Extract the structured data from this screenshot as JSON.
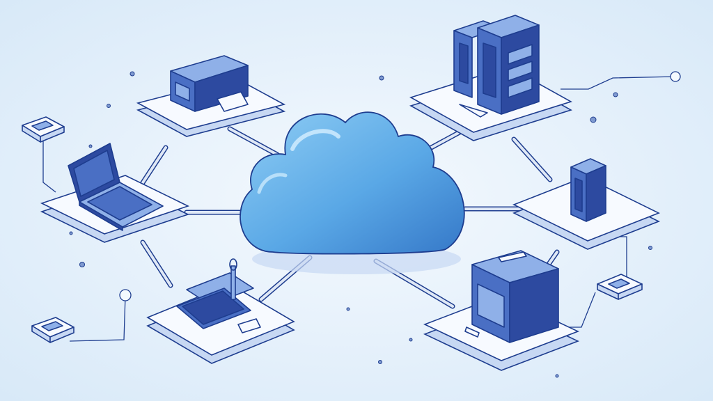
{
  "colors": {
    "background_center": "#f4f9fe",
    "background_edge": "#d8e9f8",
    "outline": "#1e3d8f",
    "device_blue": "#4a6fc4",
    "device_light": "#8fb0e8",
    "device_dark": "#2d4aa0",
    "platform_top": "#f7faff",
    "platform_side": "#c7d8f3",
    "cloud_light": "#8fcdf4",
    "cloud_mid": "#5aa8e6",
    "cloud_dark": "#3578c8",
    "cable": "#dfe8f6"
  },
  "nodes": [
    {
      "id": "top-left",
      "device": "desktop-unit-icon"
    },
    {
      "id": "left",
      "device": "laptop-icon"
    },
    {
      "id": "bottom-left",
      "device": "keyboard-terminal-icon"
    },
    {
      "id": "top-right",
      "device": "server-rack-icon"
    },
    {
      "id": "right",
      "device": "tower-server-icon"
    },
    {
      "id": "bottom-right",
      "device": "storage-cabinet-icon"
    }
  ],
  "peripherals": [
    {
      "id": "sensor-top-left",
      "icon": "sensor-box-icon"
    },
    {
      "id": "sensor-bottom-left",
      "icon": "sensor-box-icon"
    },
    {
      "id": "sensor-right",
      "icon": "sensor-box-icon"
    }
  ],
  "center": {
    "icon": "cloud-icon"
  }
}
